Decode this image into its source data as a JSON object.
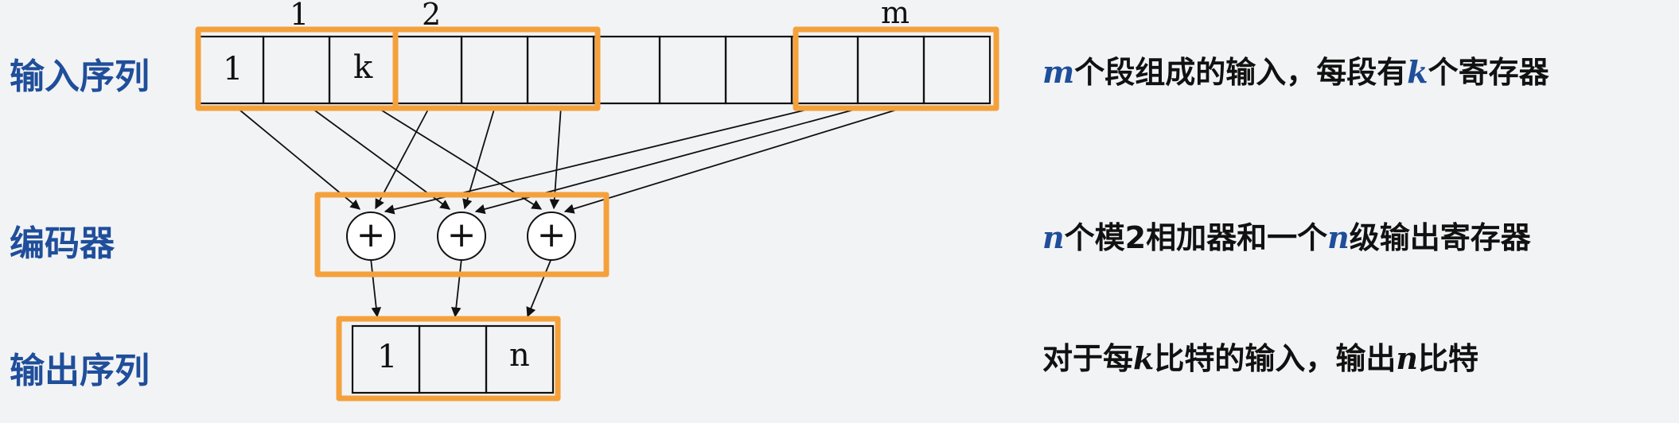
{
  "labels": {
    "input_seq": "输入序列",
    "encoder": "编码器",
    "output_seq": "输出序列"
  },
  "segment_labels": {
    "seg1": "1",
    "seg2": "2",
    "segm": "m"
  },
  "input_cells": {
    "first": "1",
    "kth": "k"
  },
  "output_cells": {
    "first": "1",
    "last": "n"
  },
  "adder_symbol": "+",
  "descriptions": {
    "line1": {
      "v1": "m",
      "t1": "个段组成的输入，每段有",
      "v2": "k",
      "t2": "个寄存器"
    },
    "line2": {
      "v1": "n",
      "t1": "个模2相加器和一个",
      "v2": "n",
      "t2": "级输出寄存器"
    },
    "line3": {
      "t0": "对于每",
      "v1": "k",
      "t1": "比特的输入，输出",
      "v2": "n",
      "t2": "比特"
    }
  },
  "colors": {
    "highlight_box": "#f4a13c",
    "label_blue": "#1f4e9a",
    "background": "#f2f3f5"
  }
}
